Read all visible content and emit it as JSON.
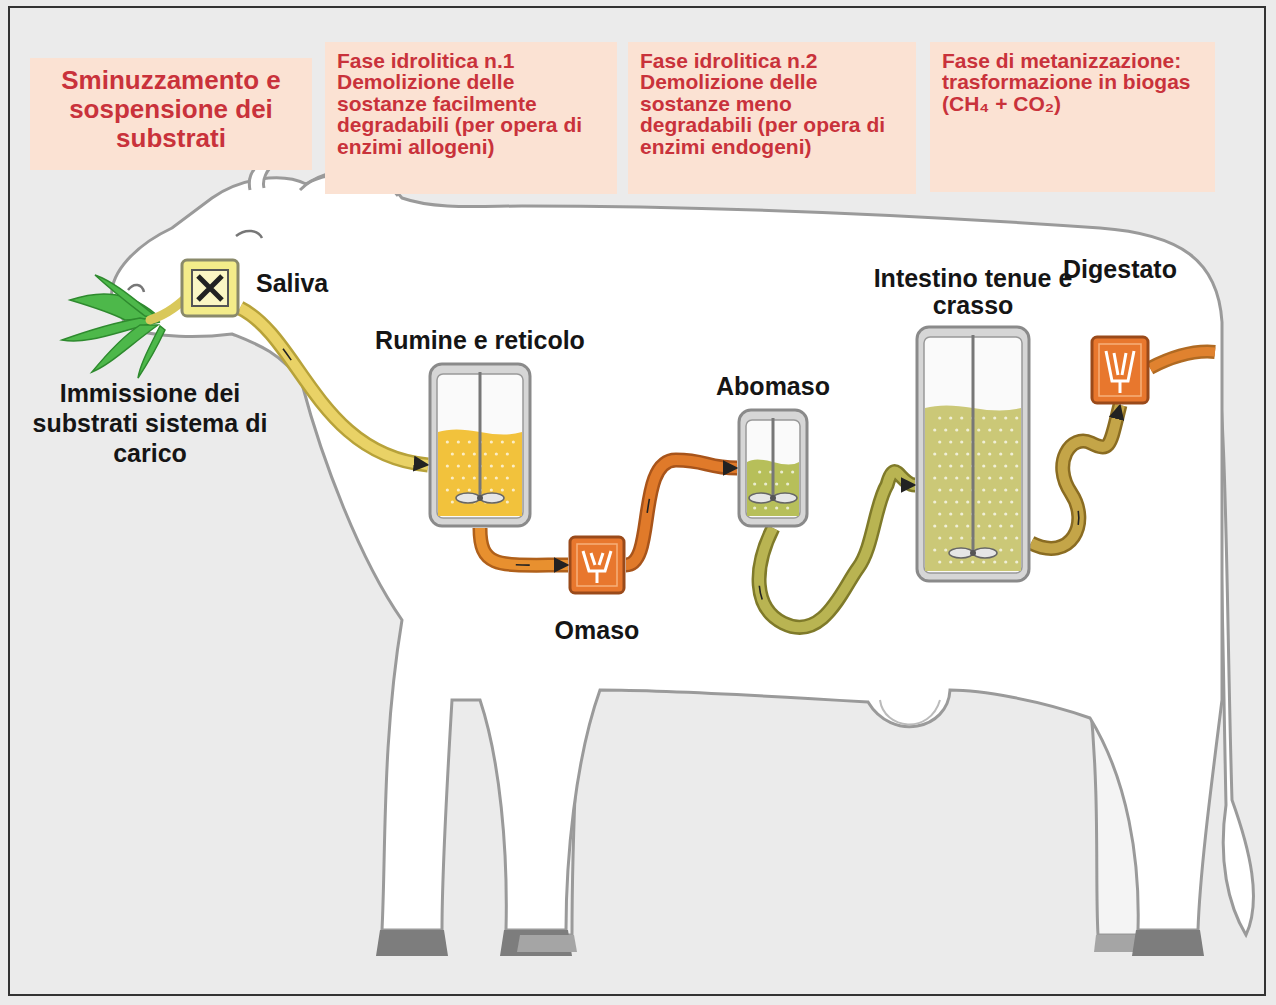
{
  "diagram": {
    "nodes": [
      {
        "text": [
          "Sminuzzamento e sospensione dei substrati"
        ]
      },
      {
        "text": [
          "Fase idrolitica n.1 Demolizione delle sostanze facilmente degradabili (per opera di enzimi allogeni)"
        ]
      },
      {
        "text": [
          "Fase idrolitica n.2 Demolizione delle sostanze meno degradabili (per opera di enzimi endogeni)"
        ]
      },
      {
        "text": [
          "Fase di metanizzazione: trasformazione in biogas (CH₄ + CO₂)"
        ]
      },
      {
        "text": [
          "Saliva"
        ]
      },
      {
        "text": [
          "Rumine e reticolo"
        ]
      },
      {
        "text": [
          "Omaso"
        ]
      },
      {
        "text": [
          "Abomaso"
        ]
      },
      {
        "text": [
          "Intestino tenue e crasso"
        ]
      },
      {
        "text": [
          "Digestato"
        ]
      }
    ],
    "edges": [
      {
        "from": 4,
        "to": 5,
        "arrow": "to"
      },
      {
        "from": 5,
        "to": 6,
        "arrow": "to"
      },
      {
        "from": 6,
        "to": 7,
        "arrow": "to"
      },
      {
        "from": 7,
        "to": 8,
        "arrow": "to"
      },
      {
        "from": 8,
        "to": 9,
        "arrow": "to"
      }
    ],
    "labels": [
      "Immissione dei substrati sistema di carico"
    ]
  }
}
